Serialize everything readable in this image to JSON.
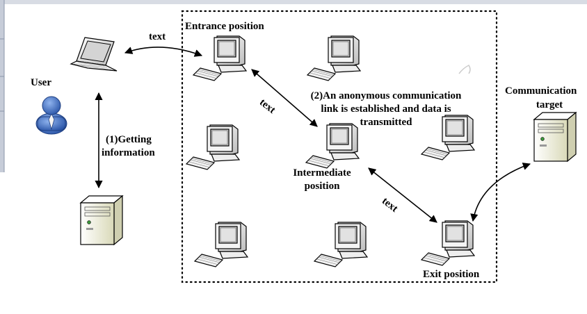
{
  "labels": {
    "user": "User",
    "getting_info_line1": "(1)Getting",
    "getting_info_line2": "information",
    "entrance_position": "Entrance position",
    "text_top": "text",
    "text_mid": "text",
    "text_low": "text",
    "anon_line1": "(2)An anonymous communication",
    "anon_line2": "link is established and data is",
    "anon_line3": "transmitted",
    "intermediate_line1": "Intermediate",
    "intermediate_line2": "position",
    "exit_position": "Exit position",
    "comm_target_line1": "Communication",
    "comm_target_line2": "target"
  },
  "nodes": [
    {
      "id": "laptop-user",
      "kind": "laptop"
    },
    {
      "id": "user-person",
      "kind": "person"
    },
    {
      "id": "directory-server",
      "kind": "server"
    },
    {
      "id": "entrance-computer",
      "kind": "desktop"
    },
    {
      "id": "top-right-computer",
      "kind": "desktop"
    },
    {
      "id": "left-mid-computer",
      "kind": "desktop"
    },
    {
      "id": "intermediate-computer",
      "kind": "desktop"
    },
    {
      "id": "right-mid-computer",
      "kind": "desktop"
    },
    {
      "id": "bottom-left-computer",
      "kind": "desktop"
    },
    {
      "id": "bottom-mid-computer",
      "kind": "desktop"
    },
    {
      "id": "exit-computer",
      "kind": "desktop"
    },
    {
      "id": "target-server",
      "kind": "server"
    }
  ],
  "colors": {
    "outline": "#000000",
    "monitor_body": "#e8e8e8",
    "screen": "#c8c8c8",
    "person": "#3d6fc4",
    "server": "#f2f2dc",
    "border_dots": "#000000",
    "window_frame": "#b0b8c8"
  }
}
